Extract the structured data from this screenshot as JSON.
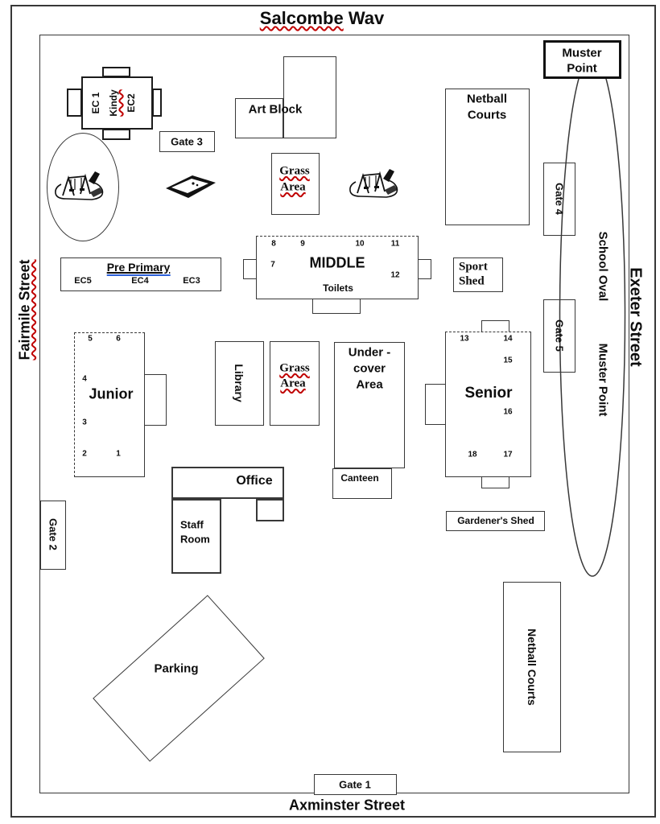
{
  "streets": {
    "top_word": "Salcombe",
    "top_word2": " Wav",
    "left": "Fairmile Street",
    "right": "Exeter Street",
    "bottom": "Axminster Street"
  },
  "gates": {
    "gate1": "Gate 1",
    "gate2": "Gate 2",
    "gate3": "Gate 3",
    "gate4": "Gate 4",
    "gate5": "Gate 5"
  },
  "early_childhood": {
    "ec1": "EC 1",
    "kindy": "Kindy",
    "ec2": "EC2"
  },
  "pre_primary": {
    "title": "Pre Primary",
    "ec5": "EC5",
    "ec4": "EC4",
    "ec3": "EC3"
  },
  "middle_block": {
    "name": "MIDDLE",
    "toilets": "Toilets",
    "n7": "7",
    "n8": "8",
    "n9": "9",
    "n10": "10",
    "n11": "11",
    "n12": "12"
  },
  "junior_block": {
    "name": "Junior",
    "n1": "1",
    "n2": "2",
    "n3": "3",
    "n4": "4",
    "n5": "5",
    "n6": "6"
  },
  "senior_block": {
    "name": "Senior",
    "n13": "13",
    "n14": "14",
    "n15": "15",
    "n16": "16",
    "n17": "17",
    "n18": "18"
  },
  "areas": {
    "art_block": "Art Block",
    "netball_top_l1": "Netball",
    "netball_top_l2": "Courts",
    "muster_box_l1": "Muster",
    "muster_box_l2": "Point",
    "grass_top_l1": "Grass",
    "grass_top_l2": "Area",
    "grass_mid_l1": "Grass",
    "grass_mid_l2": "Area",
    "sport_shed_l1": "Sport",
    "sport_shed_l2": "Shed",
    "oval_l1": "School Oval",
    "oval_l2": "Muster Point",
    "library": "Library",
    "undercover_l1": "Under -",
    "undercover_l2": "cover",
    "undercover_l3": "Area",
    "canteen": "Canteen",
    "gardeners_shed": "Gardener's Shed",
    "office": "Office",
    "staff_room_l1": "Staff",
    "staff_room_l2": "Room",
    "parking": "Parking",
    "netball_bottom": "Netball Courts"
  },
  "icons": {
    "playground": "playground-clipart",
    "sandpit": "sandpit-clipart"
  },
  "colors": {
    "line": "#383838",
    "spellcheck_red": "#c00000",
    "grammar_blue": "#2b5fd9",
    "background": "#ffffff",
    "text": "#0d0d0d"
  }
}
